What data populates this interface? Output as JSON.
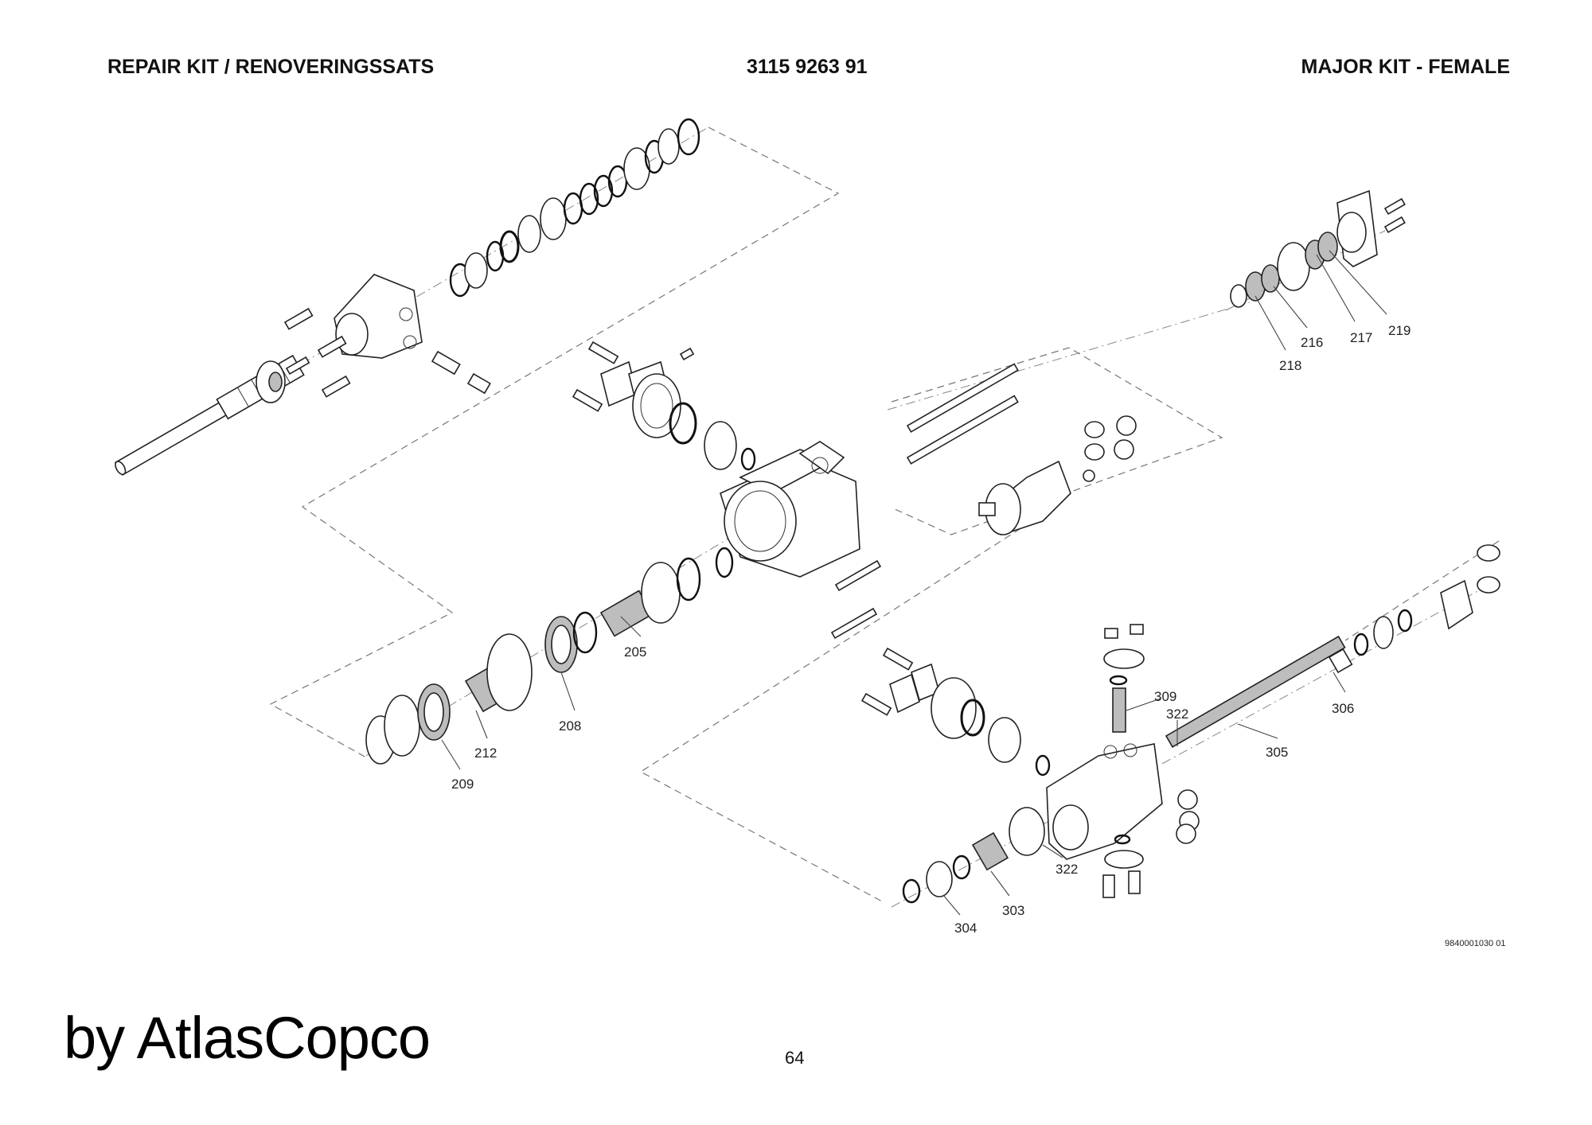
{
  "header": {
    "left_title": "REPAIR KIT / RENOVERINGSSATS",
    "part_number": "3115 9263 91",
    "right_title": "MAJOR KIT - FEMALE"
  },
  "diagram": {
    "type": "exploded-view parts drawing",
    "drawing_code": "9840001030 01",
    "callouts": [
      {
        "id": "216",
        "label": "216"
      },
      {
        "id": "217",
        "label": "217"
      },
      {
        "id": "219",
        "label": "219"
      },
      {
        "id": "218",
        "label": "218"
      },
      {
        "id": "205",
        "label": "205"
      },
      {
        "id": "208",
        "label": "208"
      },
      {
        "id": "212",
        "label": "212"
      },
      {
        "id": "209",
        "label": "209"
      },
      {
        "id": "309",
        "label": "309"
      },
      {
        "id": "322a",
        "label": "322"
      },
      {
        "id": "306",
        "label": "306"
      },
      {
        "id": "305",
        "label": "305"
      },
      {
        "id": "322b",
        "label": "322"
      },
      {
        "id": "303",
        "label": "303"
      },
      {
        "id": "304",
        "label": "304"
      }
    ]
  },
  "footer": {
    "brand": "by AtlasCopco",
    "page_number": "64"
  }
}
